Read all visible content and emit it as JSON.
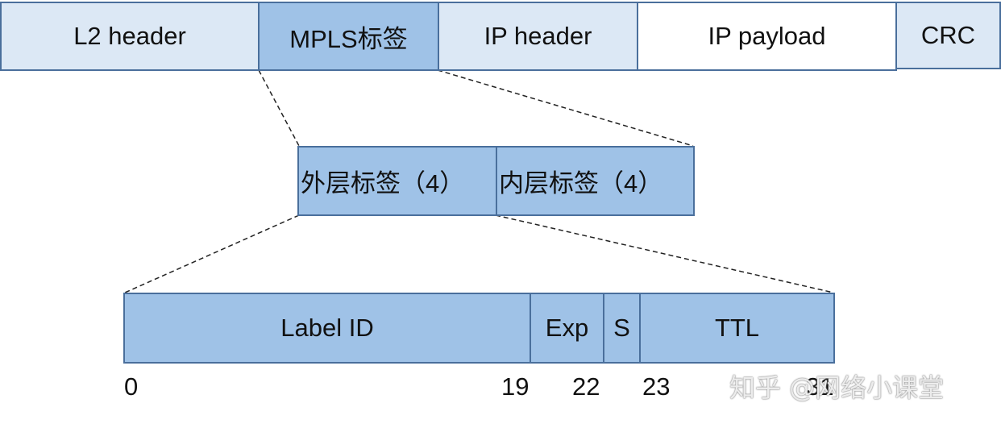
{
  "packet": {
    "l2_header": "L2 header",
    "mpls_label": "MPLS标签",
    "ip_header": "IP header",
    "ip_payload": "IP payload",
    "crc": "CRC"
  },
  "label_stack": {
    "outer": "外层标签（4）",
    "inner": "内层标签（4）"
  },
  "label_fields": {
    "label_id": "Label ID",
    "exp": "Exp",
    "s": "S",
    "ttl": "TTL"
  },
  "bit_positions": {
    "b0": "0",
    "b19": "19",
    "b22": "22",
    "b23": "23",
    "b31": "31"
  },
  "watermark": "知乎 @网络小课堂",
  "colors": {
    "light_fill": "#dce8f5",
    "mid_fill": "#9fc2e7",
    "border": "#4a6f9c"
  }
}
